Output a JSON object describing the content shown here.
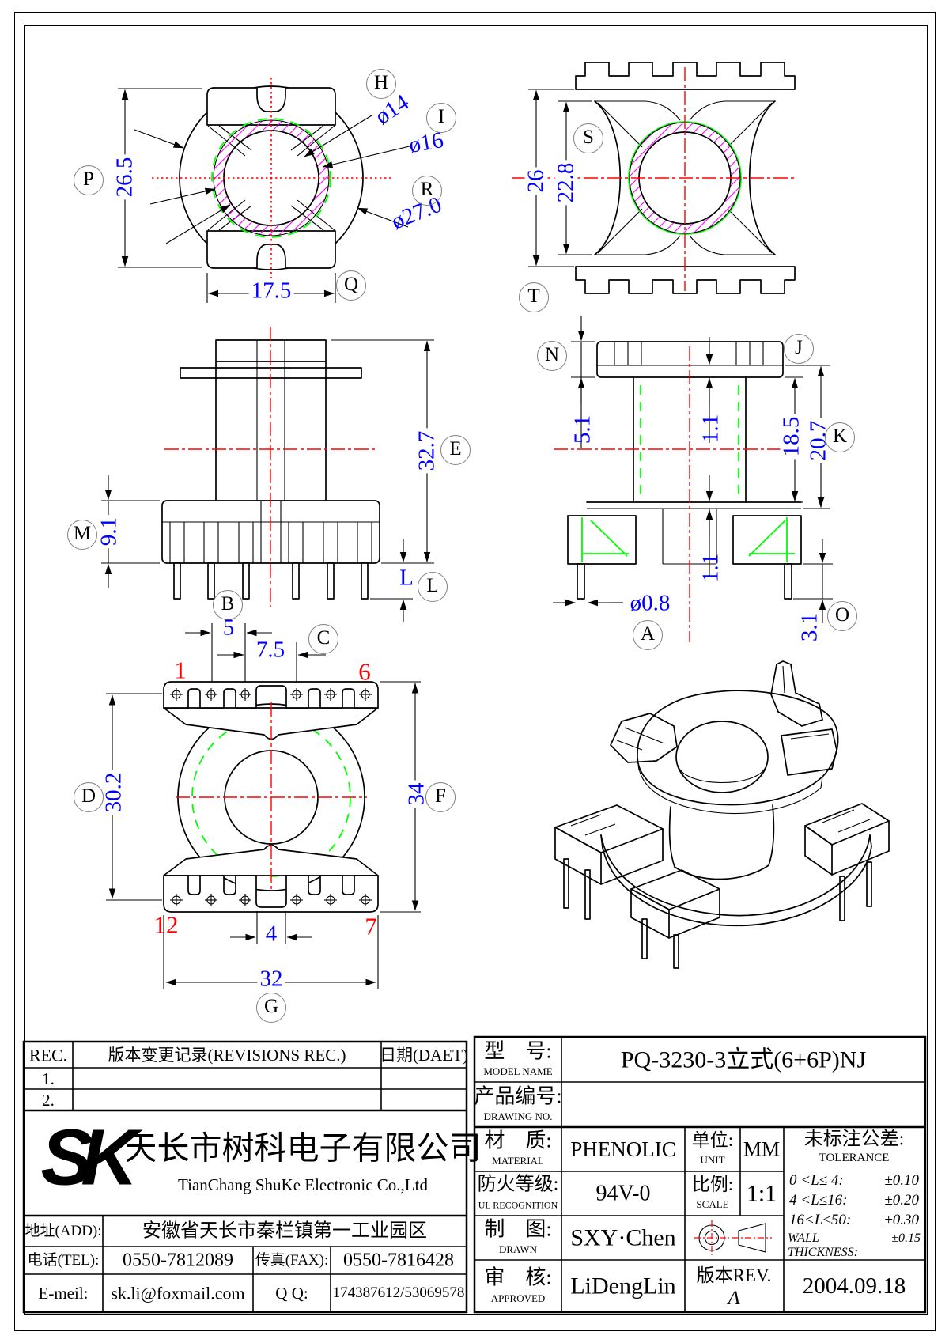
{
  "colors": {
    "dimension": "#0000ff",
    "centerline": "#ff0000",
    "auxiliary": "#00ff00",
    "hatch": "#ff00ff",
    "pin_number": "#ff0000"
  },
  "views": {
    "top": {
      "balloons": {
        "p": "P",
        "h": "H",
        "i": "I",
        "r": "R",
        "q": "Q"
      },
      "dims": {
        "height": "26.5",
        "width": "17.5",
        "bore": "ø14",
        "tube": "ø16",
        "outer": "ø27.0"
      }
    },
    "front_section": {
      "balloons": {
        "s": "S",
        "t": "T"
      },
      "dims": {
        "outer": "26",
        "inner": "22.8"
      }
    },
    "side": {
      "balloons": {
        "e": "E",
        "m": "M",
        "b": "B",
        "l": "L"
      },
      "dims": {
        "total_height": "32.7",
        "base_height": "9.1",
        "pin_length": "L"
      }
    },
    "side_section": {
      "balloons": {
        "n": "N",
        "j": "J",
        "k": "K",
        "o": "O",
        "a": "A"
      },
      "dims": {
        "cap": "5.1",
        "lip_top": "1.1",
        "window": "18.5",
        "window_full": "20.7",
        "lip_bottom": "1.1",
        "pin_dia": "ø0.8",
        "pin_len": "3.1"
      }
    },
    "bottom": {
      "balloons": {
        "c": "C",
        "d": "D",
        "f": "F",
        "g": "G"
      },
      "dims": {
        "pitch_a": "5",
        "pitch_b": "7.5",
        "row_span": "30.2",
        "flange_len": "34",
        "slot": "4",
        "width": "32"
      },
      "pin_numbers": {
        "p1": "1",
        "p6": "6",
        "p12": "12",
        "p7": "7"
      }
    }
  },
  "title_block": {
    "rec": {
      "col_rec": "REC.",
      "col_desc": "版本变更记录(REVISIONS REC.)",
      "col_date": "日期(DAET)",
      "row1": "1.",
      "row2": "2."
    },
    "company": {
      "logo": "SK",
      "name_cn": "天长市树科电子有限公司",
      "name_en": "TianChang ShuKe Electronic Co.,Ltd"
    },
    "contact": {
      "addr_label": "地址(ADD):",
      "addr": "安徽省天长市秦栏镇第一工业园区",
      "tel_label": "电话(TEL):",
      "tel": "0550-7812089",
      "fax_label": "传真(FAX):",
      "fax": "0550-7816428",
      "email_label": "E-meil:",
      "email": "sk.li@foxmail.com",
      "qq_label": "Q Q:",
      "qq": "174387612/53069578"
    },
    "spec": {
      "model_label_cn": "型　号:",
      "model_label_en": "MODEL NAME",
      "model": "PQ-3230-3立式(6+6P)NJ",
      "drawing_label_cn": "产品编号:",
      "drawing_label_en": "DRAWING NO.",
      "drawing_no": "",
      "material_label_cn": "材　质:",
      "material_label_en": "MATERIAL",
      "material": "PHENOLIC",
      "unit_label_cn": "单位:",
      "unit_label_en": "UNIT",
      "unit": "MM",
      "fire_label_cn": "防火等级:",
      "fire_label_en": "UL RECOGNITION",
      "fire": "94V-0",
      "scale_label_cn": "比例:",
      "scale_label_en": "SCALE",
      "scale": "1:1",
      "drawn_label_cn": "制　图:",
      "drawn_label_en": "DRAWN",
      "drawn": "SXY·Chen",
      "approved_label_cn": "审　核:",
      "approved_label_en": "APPROVED",
      "approved": "LiDengLin",
      "rev_label": "版本REV.",
      "rev": "A",
      "date": "2004.09.18"
    },
    "tolerance": {
      "title_cn": "未标注公差:",
      "title_en": "TOLERANCE",
      "lines": [
        "0 <L≤ 4:",
        "4 <L≤16:",
        "16<L≤50:",
        "WALL THICKNESS:"
      ],
      "values": [
        "±0.10",
        "±0.20",
        "±0.30",
        "±0.15"
      ]
    }
  }
}
